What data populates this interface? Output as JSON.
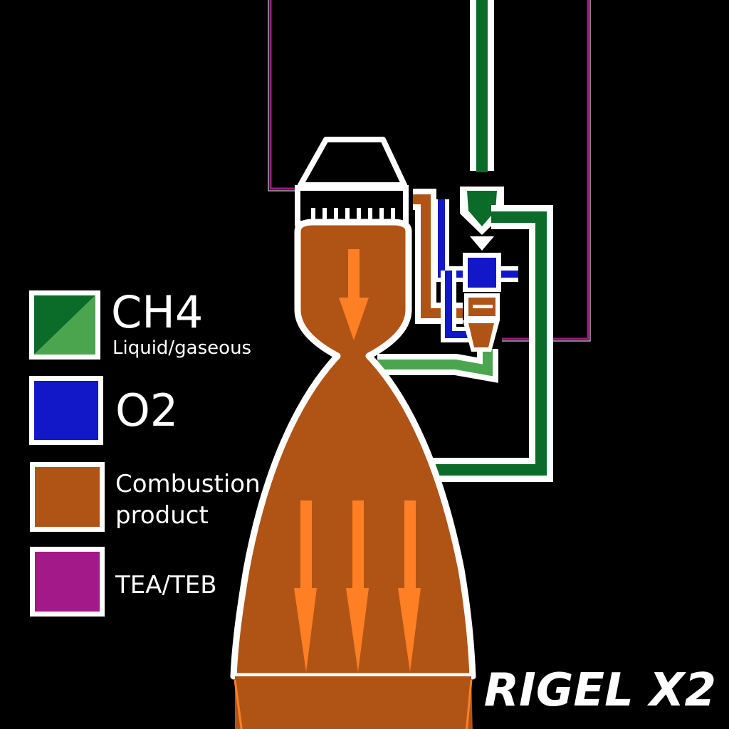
{
  "title": "RIGEL X2",
  "legend": {
    "items": [
      {
        "label": "CH4",
        "sublabel": "Liquid/gaseous",
        "color": "#0b6b28",
        "color2": "#4aa54e"
      },
      {
        "label": "O2",
        "color": "#1218c8"
      },
      {
        "label": "Combustion",
        "label2": "product",
        "color": "#b05416"
      },
      {
        "label": "TEA/TEB",
        "color": "#a3198a"
      }
    ]
  },
  "colors": {
    "background": "#000000",
    "outline": "#ffffff",
    "ch4_liquid": "#0b6b28",
    "ch4_gas": "#4aa54e",
    "o2": "#1218c8",
    "combustion": "#b05416",
    "flow_arrow": "#ff7f24",
    "tea_teb": "#a3198a"
  }
}
